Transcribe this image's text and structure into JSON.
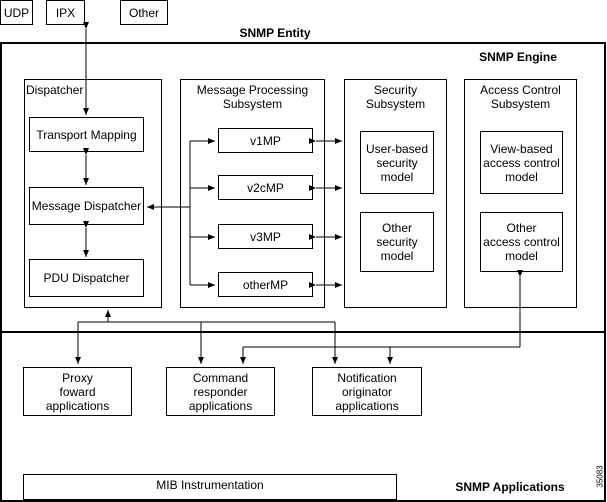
{
  "protocols": [
    "UDP",
    "IPX",
    "Other"
  ],
  "entity_title": "SNMP Entity",
  "engine_title": "SNMP Engine",
  "applications_title": "SNMP Applications",
  "dispatcher": {
    "title": "Dispatcher",
    "transport": "Transport Mapping",
    "message": "Message Dispatcher",
    "pdu": "PDU Dispatcher"
  },
  "mps": {
    "title": "Message Processing\nSubsystem",
    "items": [
      "v1MP",
      "v2cMP",
      "v3MP",
      "otherMP"
    ]
  },
  "security": {
    "title": "Security\nSubsystem",
    "user": "User-based\nsecurity\nmodel",
    "other": "Other\nsecurity\nmodel"
  },
  "access": {
    "title": "Access Control\nSubsystem",
    "view": "View-based\naccess control\nmodel",
    "other": "Other\naccess control\nmodel"
  },
  "apps": {
    "proxy": "Proxy\nfoward\napplications",
    "command": "Command\nresponder\napplications",
    "notification": "Notification\noriginator\napplications"
  },
  "mib": "MIB Instrumentation",
  "figure_id": "35083"
}
